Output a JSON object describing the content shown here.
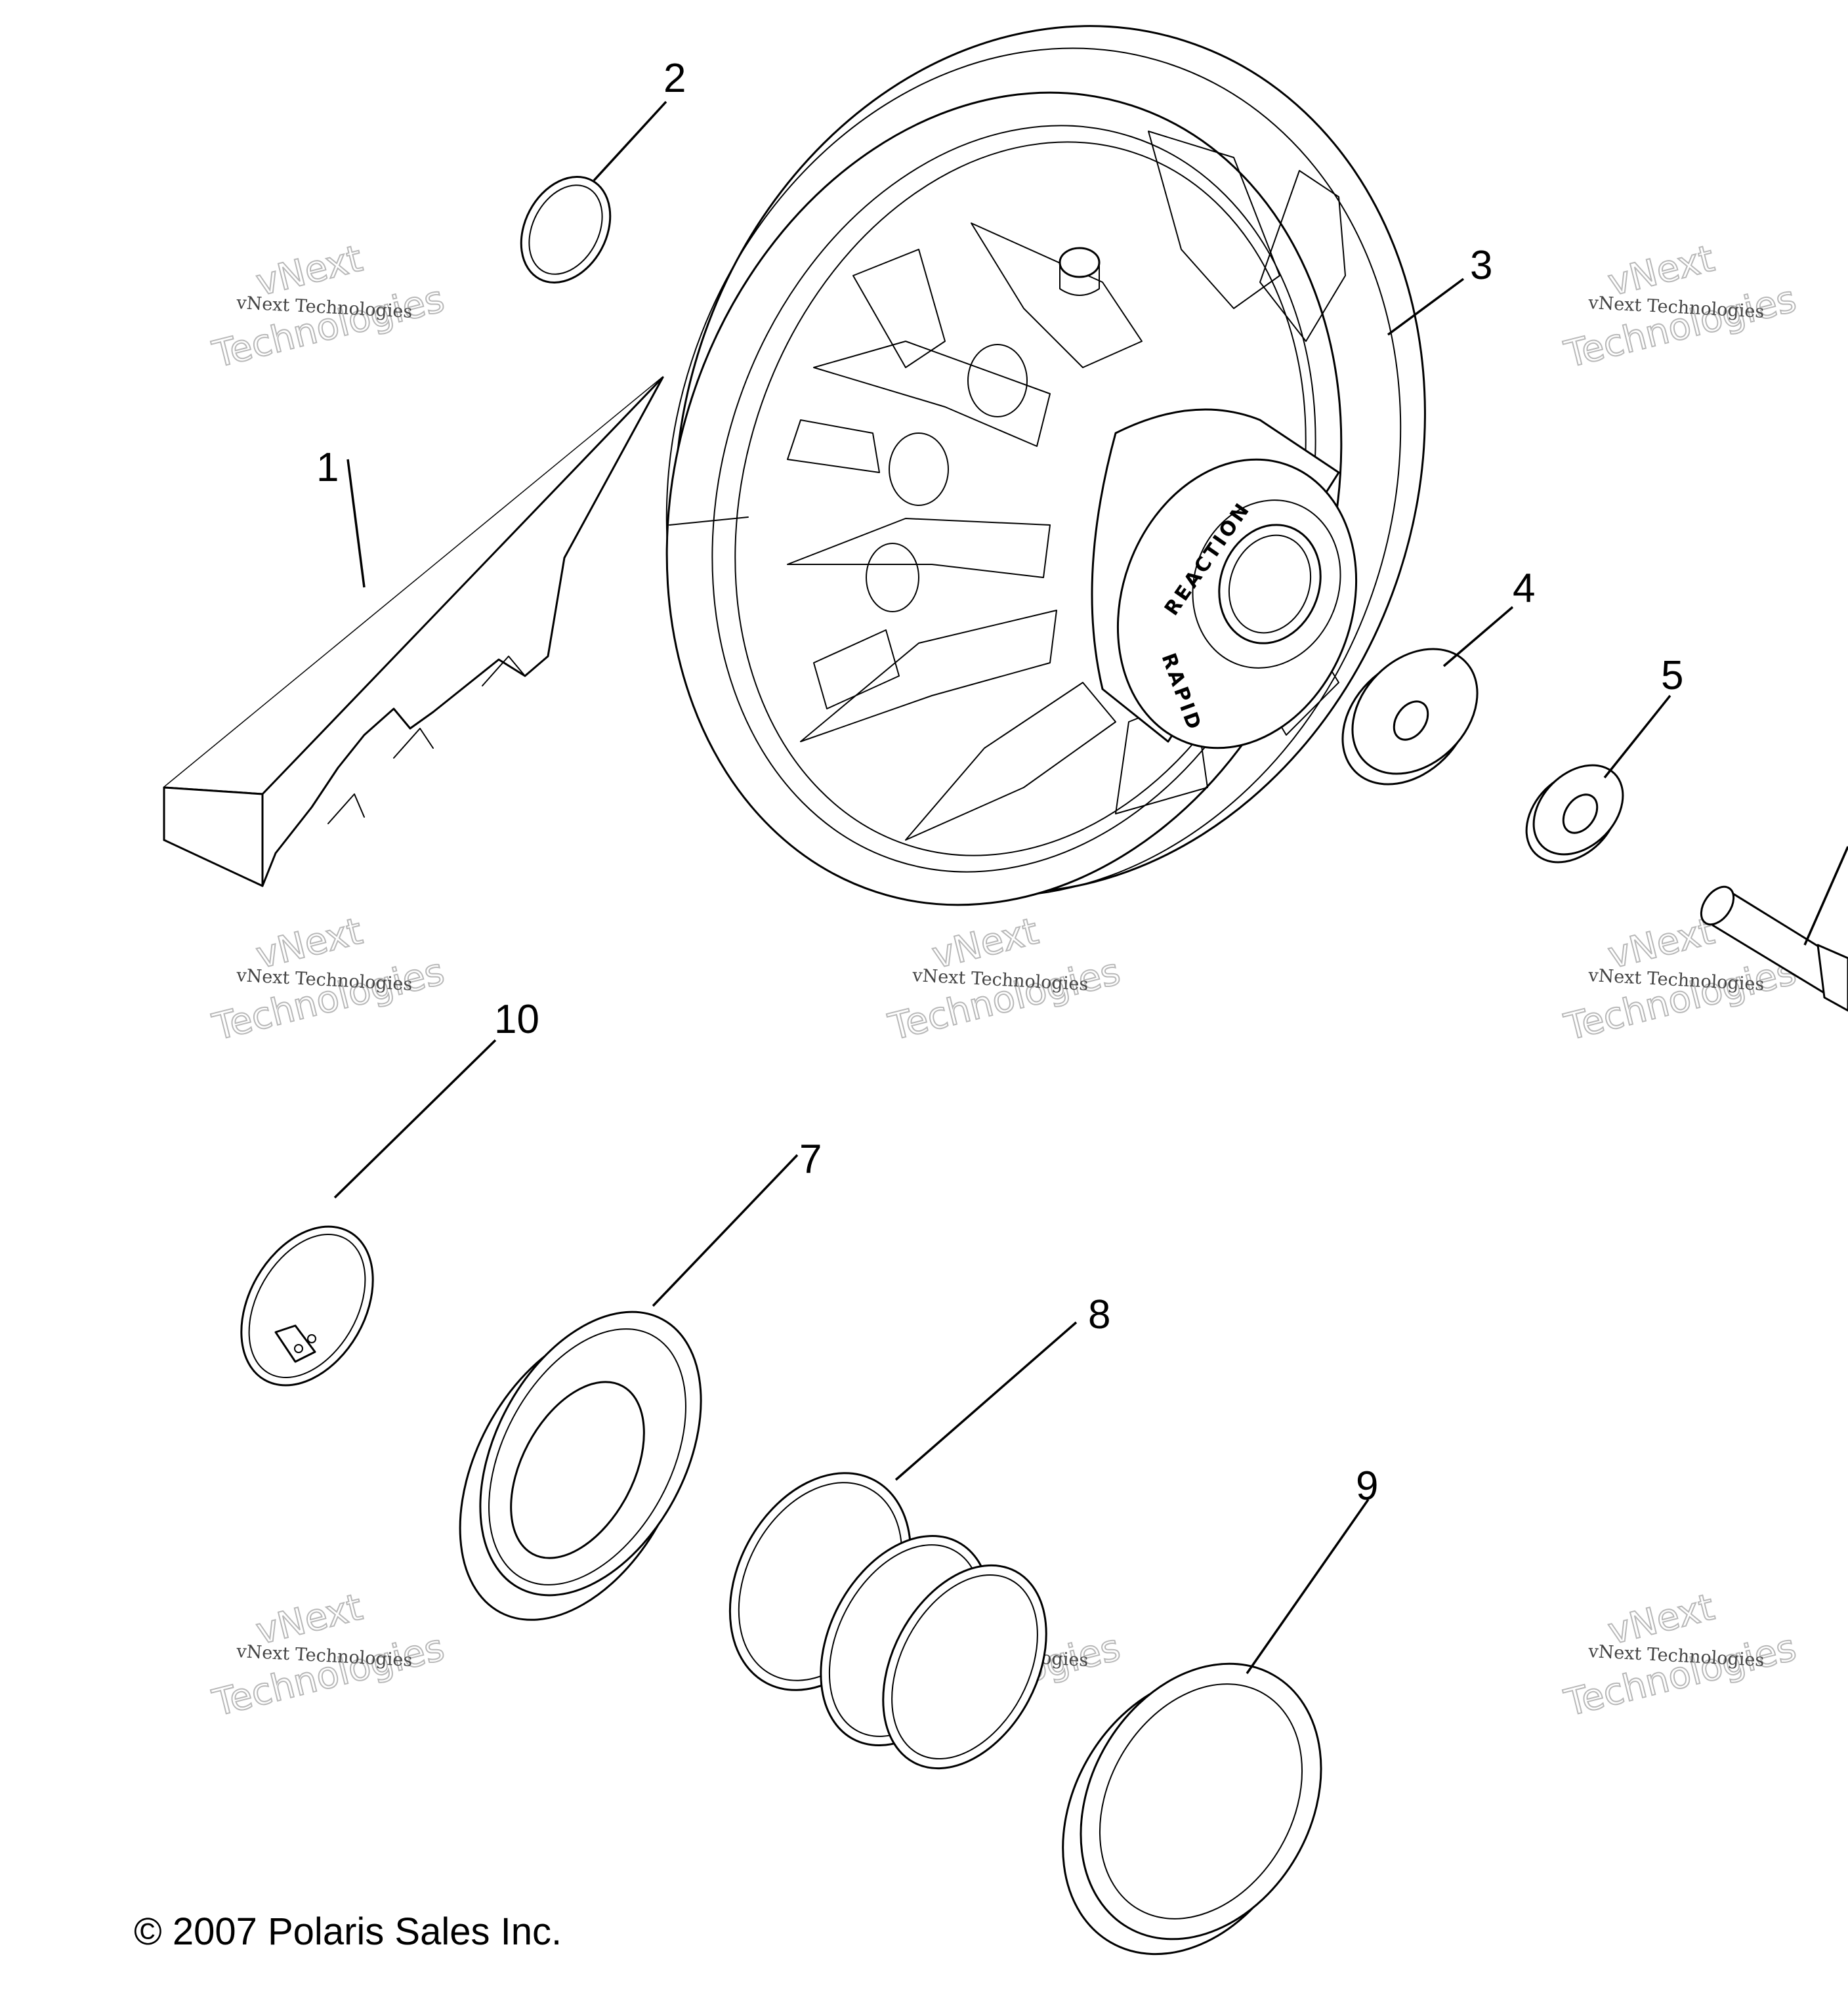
{
  "callouts": [
    "1",
    "2",
    "3",
    "4",
    "5",
    "7",
    "8",
    "9",
    "10"
  ],
  "hub_text": {
    "line1": "REACTION",
    "line2": "RAPID"
  },
  "watermark": {
    "small": "vNext Technologies",
    "big_line1": "vNext",
    "big_line2": "Technologies"
  },
  "copyright": "© 2007 Polaris Sales Inc."
}
